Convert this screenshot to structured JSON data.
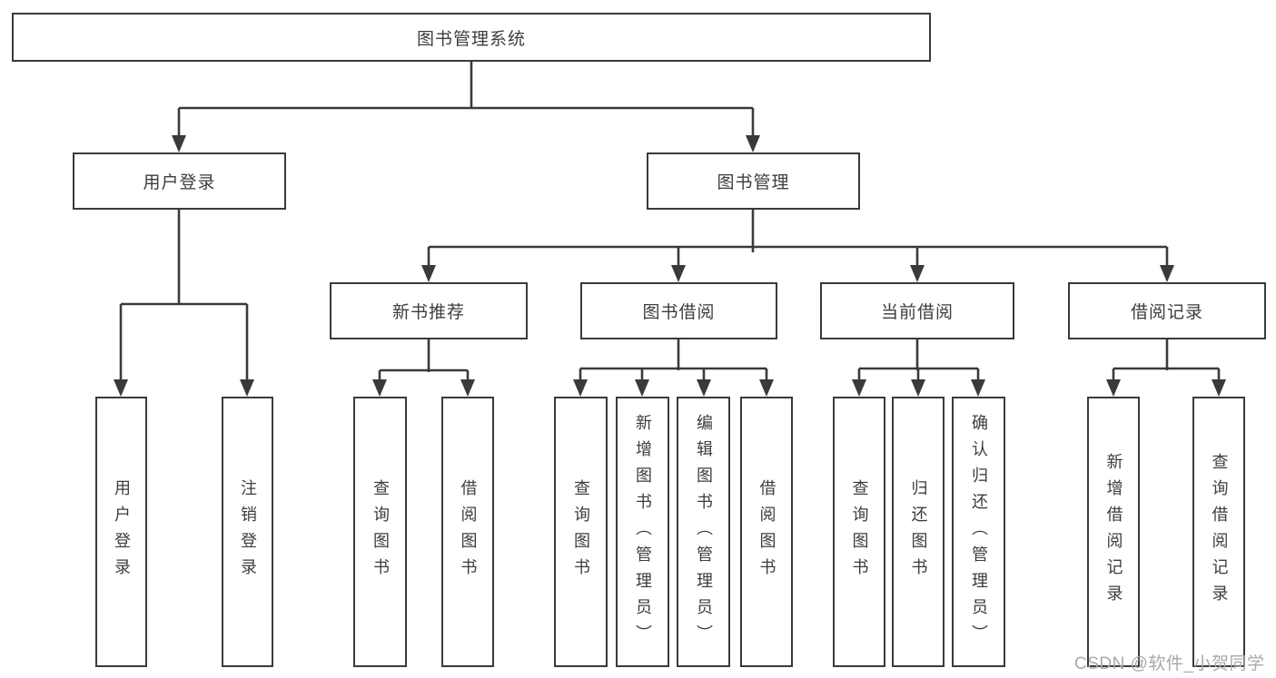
{
  "diagram": {
    "title": "图书管理系统",
    "level2": {
      "user_login_module": "用户登录",
      "book_mgmt_module": "图书管理"
    },
    "level3": {
      "new_book_rec": "新书推荐",
      "book_borrow": "图书借阅",
      "current_borrow": "当前借阅",
      "borrow_record": "借阅记录"
    },
    "leaves": {
      "user_login": "用户登录",
      "logout": "注销登录",
      "rec_query_books": "查询图书",
      "rec_borrow_books": "借阅图书",
      "bb_query_books": "查询图书",
      "bb_add_books_admin": "新增图书（管理员）",
      "bb_edit_books_admin": "编辑图书（管理员）",
      "bb_borrow_books": "借阅图书",
      "cb_query_books": "查询图书",
      "cb_return_books": "归还图书",
      "cb_confirm_return_admin": "确认归还（管理员）",
      "br_add_record": "新增借阅记录",
      "br_query_record": "查询借阅记录"
    }
  },
  "watermark": "CSDN @软件_小贺同学",
  "colors": {
    "line": "#3a3a3a",
    "text": "#3d3d3d",
    "watermark": "#a9a9a9",
    "background": "#ffffff"
  }
}
